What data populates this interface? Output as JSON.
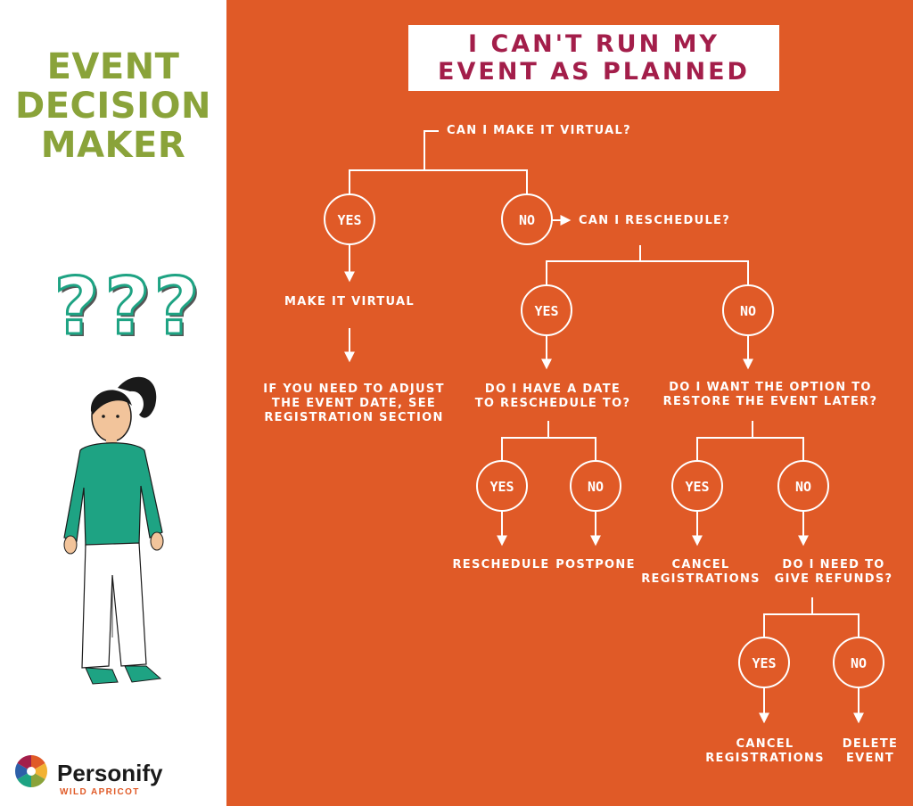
{
  "colors": {
    "panel": "#e05a27",
    "side_title": "#8aa33a",
    "main_title": "#a31e4a",
    "figure_shirt": "#1ea383",
    "white": "#ffffff"
  },
  "sidebar": {
    "title_lines": [
      "EVENT",
      "DECISION",
      "MAKER"
    ],
    "question_marks": "???",
    "brand_name": "Personify",
    "brand_sub": "WILD APRICOT"
  },
  "main": {
    "title_lines": [
      "I CAN'T RUN MY",
      "EVENT AS PLANNED"
    ],
    "q_virtual": "CAN I MAKE IT VIRTUAL?",
    "yes_1": "YES",
    "no_1": "NO",
    "make_virtual": "MAKE IT VIRTUAL",
    "adjust_date": [
      "IF YOU NEED TO ADJUST",
      "THE EVENT DATE, SEE",
      "REGISTRATION SECTION"
    ],
    "q_reschedule": "CAN I RESCHEDULE?",
    "yes_2": "YES",
    "no_2": "NO",
    "q_date": [
      "DO I HAVE A DATE",
      "TO RESCHEDULE TO?"
    ],
    "q_restore": [
      "DO I WANT THE OPTION TO",
      "RESTORE THE EVENT LATER?"
    ],
    "yes_3": "YES",
    "no_3": "NO",
    "yes_4": "YES",
    "no_4": "NO",
    "reschedule": "RESCHEDULE",
    "postpone": "POSTPONE",
    "cancel_reg_1": [
      "CANCEL",
      "REGISTRATIONS"
    ],
    "q_refunds": [
      "DO I NEED TO",
      "GIVE REFUNDS?"
    ],
    "yes_5": "YES",
    "no_5": "NO",
    "cancel_reg_2": [
      "CANCEL",
      "REGISTRATIONS"
    ],
    "delete_event": [
      "DELETE",
      "EVENT"
    ]
  }
}
